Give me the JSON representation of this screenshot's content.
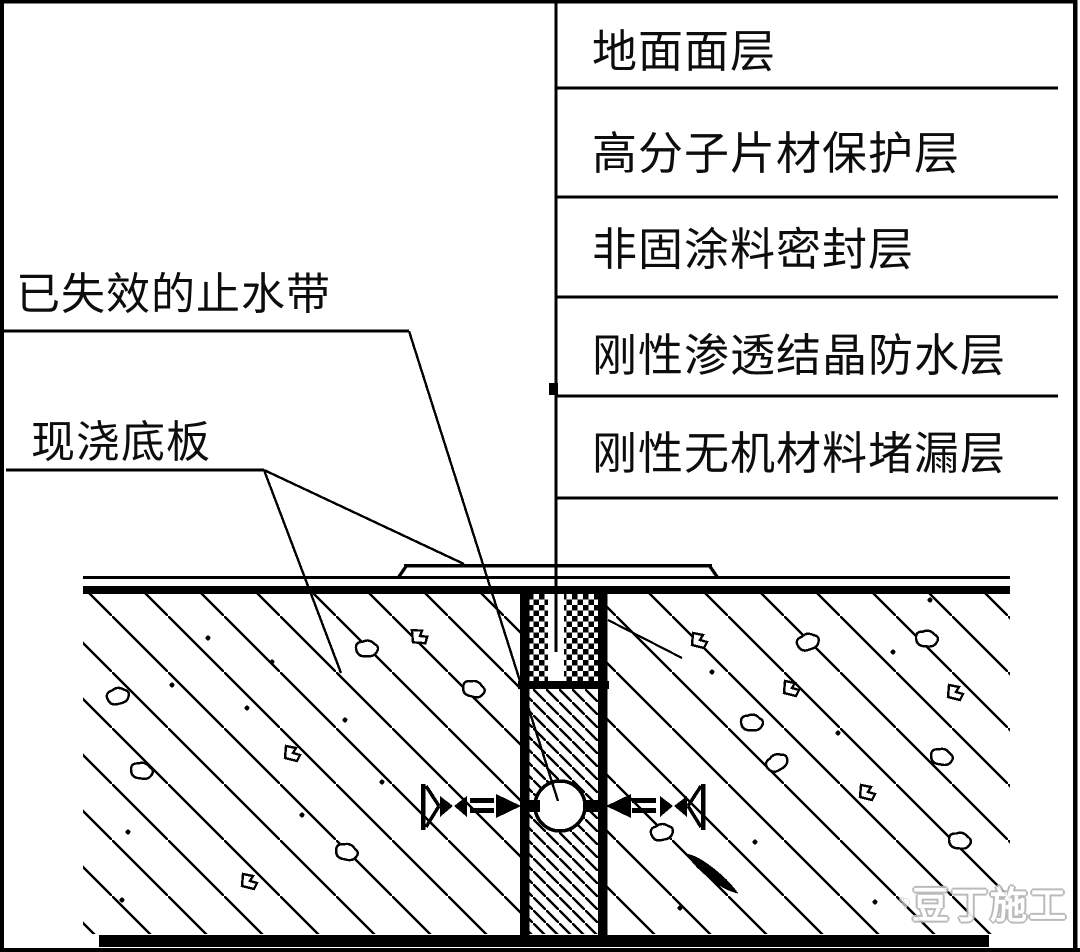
{
  "diagram": {
    "type": "construction-joint-waterproofing-detail",
    "right_labels": [
      "地面面层",
      "高分子片材保护层",
      "非固涂料密封层",
      "刚性渗透结晶防水层",
      "刚性无机材料堵漏层"
    ],
    "left_labels": [
      "已失效的止水带",
      "现浇底板"
    ],
    "watermark": "豆丁施工",
    "colors": {
      "ink": "#000000",
      "background": "#ffffff",
      "watermark_gray": "#b5b5b5"
    }
  }
}
